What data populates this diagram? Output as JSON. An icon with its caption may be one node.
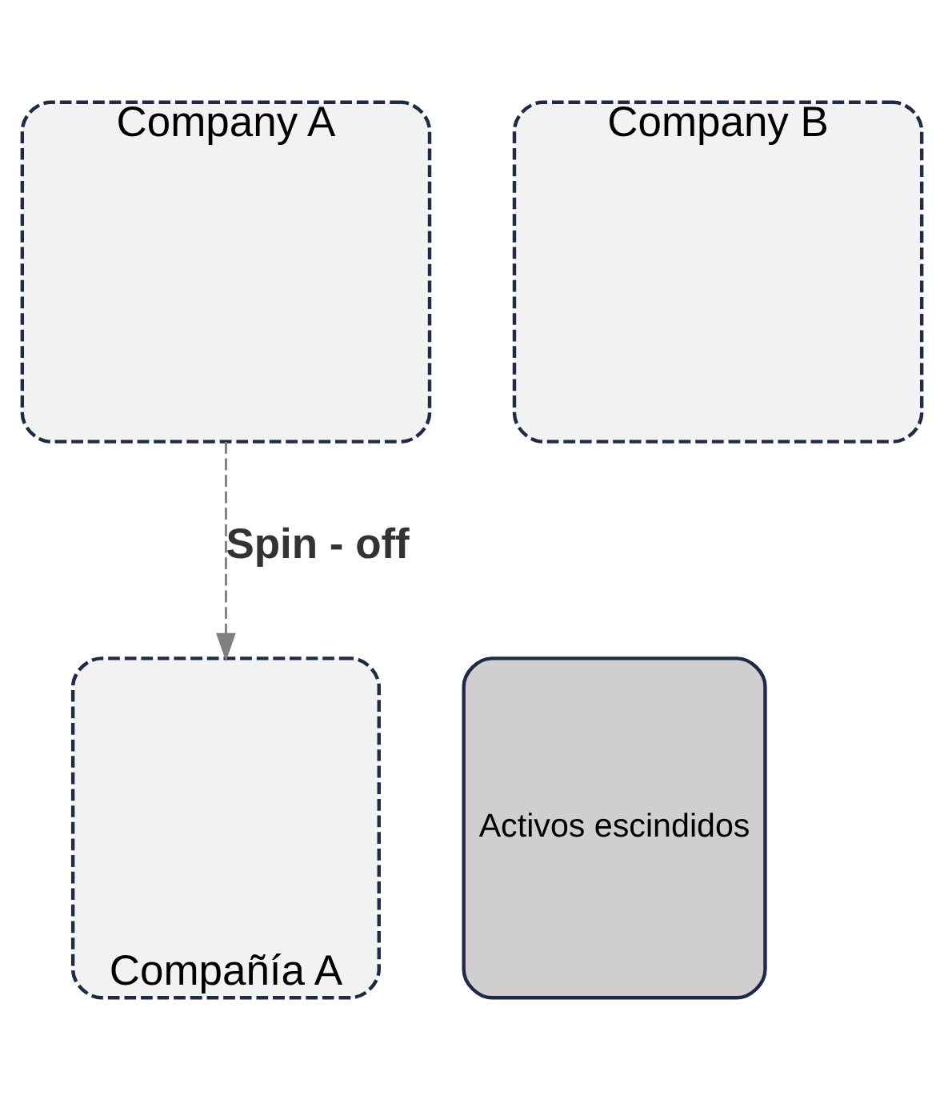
{
  "diagram": {
    "nodes": [
      {
        "text": [
          "Company A"
        ]
      },
      {
        "text": [
          "Company B"
        ]
      },
      {
        "text": [
          "Compañía A"
        ]
      },
      {
        "text": [
          "Activos escindidos"
        ]
      }
    ],
    "edges": [
      {
        "from": 0,
        "to": 2,
        "arrow": "to",
        "label": "Spin - off",
        "style": "dashed",
        "color": "#808080"
      }
    ]
  }
}
